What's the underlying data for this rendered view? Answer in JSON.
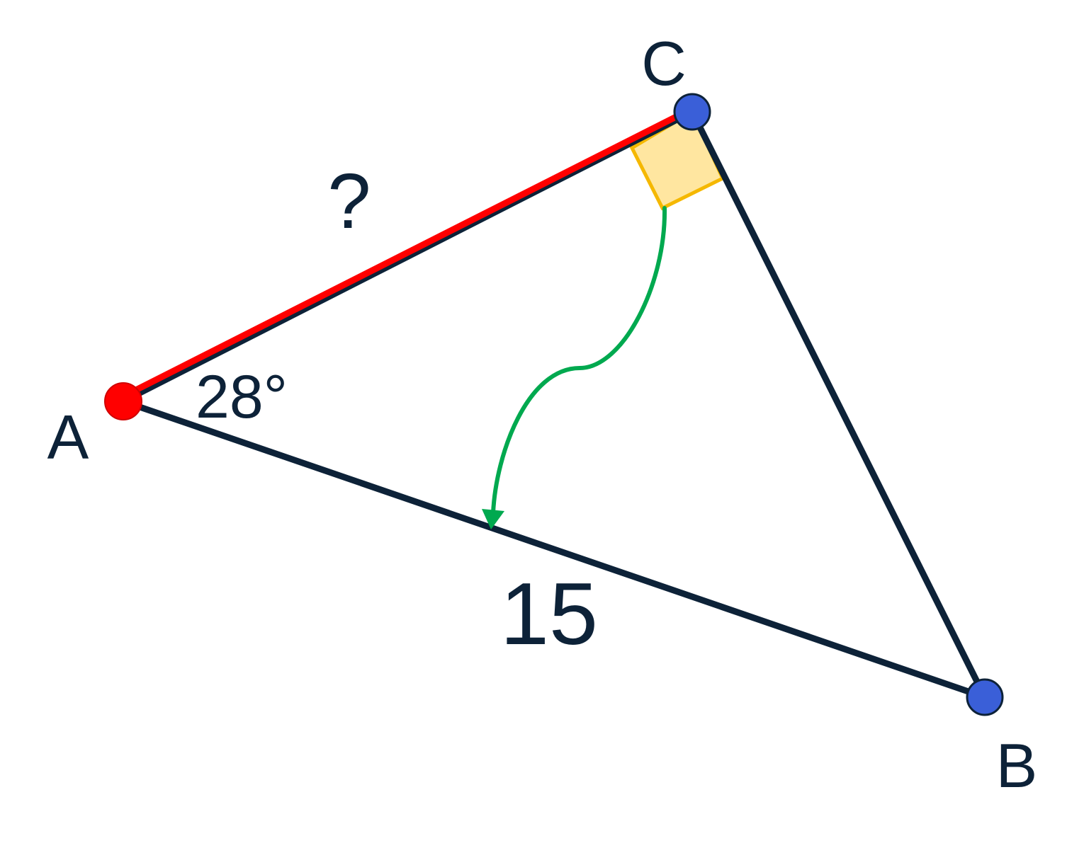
{
  "vertices": {
    "A": {
      "label": "A"
    },
    "B": {
      "label": "B"
    },
    "C": {
      "label": "C"
    }
  },
  "angle_label": "28°",
  "hypotenuse_label": "15",
  "unknown_side_label": "?",
  "colors": {
    "background": "#ffffff",
    "line": "#0d2238",
    "highlight_side": "#ff0000",
    "vertex_A": "#ff0000",
    "vertex_B": "#3a5fd8",
    "vertex_C": "#3a5fd8",
    "right_angle_fill": "#ffe6a0",
    "right_angle_stroke": "#f5b800",
    "arrow": "#00a94f"
  }
}
